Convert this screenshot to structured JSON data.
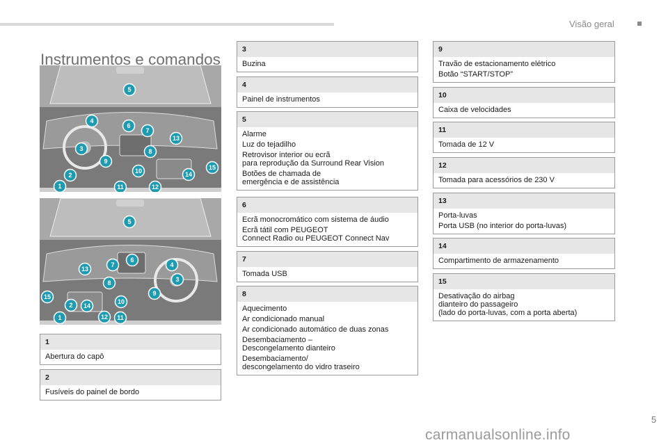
{
  "header": {
    "section_title": "Visão geral"
  },
  "page": {
    "title": "Instrumentos e comandos",
    "number": "5"
  },
  "figure_top": {
    "labels": [
      "5",
      "4",
      "6",
      "7",
      "13",
      "3",
      "8",
      "9",
      "10",
      "15",
      "2",
      "14",
      "1",
      "11",
      "12"
    ]
  },
  "figure_bottom": {
    "labels": [
      "5",
      "6",
      "4",
      "7",
      "13",
      "3",
      "8",
      "9",
      "15",
      "10",
      "2",
      "14",
      "1",
      "12",
      "11"
    ]
  },
  "colors": {
    "badge": "#1e9bb0",
    "box_header": "#e6e6e6",
    "box_border": "#9a9a9a"
  },
  "items": [
    {
      "num": "1",
      "lines": [
        [
          "Abertura do capô"
        ]
      ]
    },
    {
      "num": "2",
      "lines": [
        [
          "Fusíveis do painel de bordo"
        ]
      ]
    },
    {
      "num": "3",
      "lines": [
        [
          "Buzina"
        ]
      ]
    },
    {
      "num": "4",
      "lines": [
        [
          "Painel de instrumentos"
        ]
      ]
    },
    {
      "num": "5",
      "lines": [
        [
          "Alarme"
        ],
        [
          "Luz do tejadilho"
        ],
        [
          "Retrovisor interior ou ecrã",
          "para reprodução da Surround Rear Vision"
        ],
        [
          "Botões de chamada de",
          "emergência e de assistência"
        ]
      ]
    },
    {
      "num": "6",
      "lines": [
        [
          "Ecrã monocromático com sistema de áudio"
        ],
        [
          "Ecrã tátil com PEUGEOT",
          "Connect Radio ou PEUGEOT Connect Nav"
        ]
      ]
    },
    {
      "num": "7",
      "lines": [
        [
          "Tomada USB"
        ]
      ]
    },
    {
      "num": "8",
      "lines": [
        [
          "Aquecimento"
        ],
        [
          "Ar condicionado manual"
        ],
        [
          "Ar condicionado automático de duas zonas"
        ],
        [
          "Desembaciamento –",
          "Descongelamento dianteiro"
        ],
        [
          "Desembaciamento/",
          "descongelamento do vidro traseiro"
        ]
      ]
    },
    {
      "num": "9",
      "lines": [
        [
          "Travão de estacionamento elétrico"
        ],
        [
          "Botão “START/STOP”"
        ]
      ]
    },
    {
      "num": "10",
      "lines": [
        [
          "Caixa de velocidades"
        ]
      ]
    },
    {
      "num": "11",
      "lines": [
        [
          "Tomada de 12 V"
        ]
      ]
    },
    {
      "num": "12",
      "lines": [
        [
          "Tomada para acessórios de 230 V"
        ]
      ]
    },
    {
      "num": "13",
      "lines": [
        [
          "Porta-luvas"
        ],
        [
          "Porta USB (no interior do porta-luvas)"
        ]
      ]
    },
    {
      "num": "14",
      "lines": [
        [
          "Compartimento de armazenamento"
        ]
      ]
    },
    {
      "num": "15",
      "lines": [
        [
          "Desativação do airbag",
          "dianteiro do passageiro",
          "(lado do porta-luvas, com a porta aberta)"
        ]
      ]
    }
  ],
  "watermark": "carmanualsonline.info"
}
